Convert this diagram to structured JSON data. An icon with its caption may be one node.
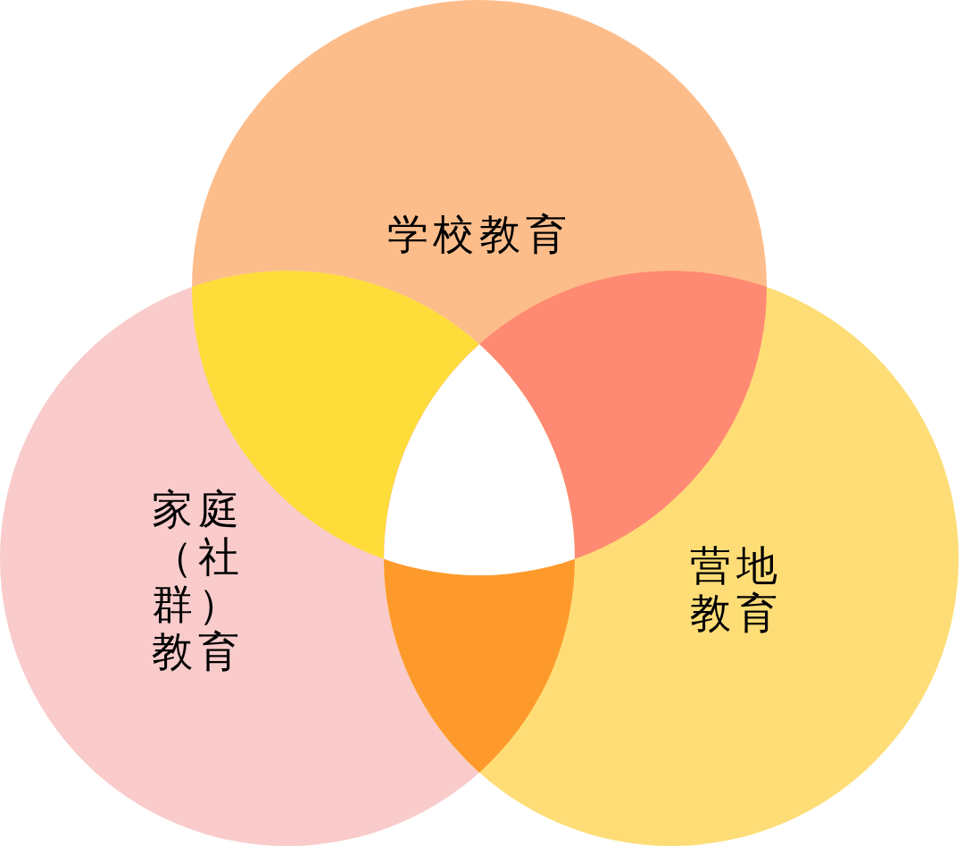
{
  "diagram": {
    "nodes": [
      {
        "text": [
          "学校教育"
        ]
      },
      {
        "text": [
          "家庭（社群）教育"
        ]
      },
      {
        "text": [
          "营地教育"
        ]
      }
    ]
  }
}
